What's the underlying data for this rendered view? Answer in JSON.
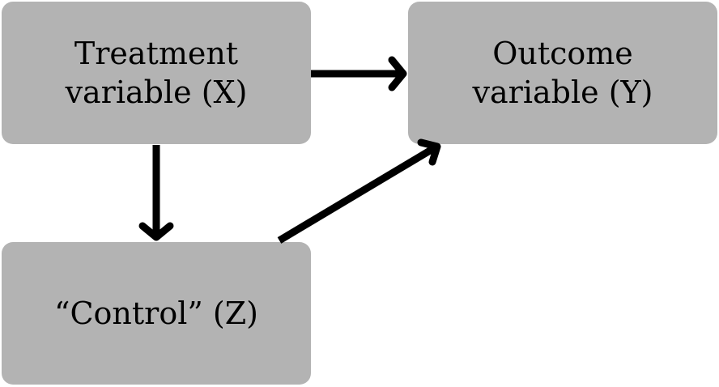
{
  "nodes": {
    "treatment": {
      "line1": "Treatment",
      "line2": "variable (X)"
    },
    "outcome": {
      "line1": "Outcome",
      "line2": "variable (Y)"
    },
    "control": {
      "line1": "“Control” (Z)"
    }
  },
  "edges": [
    {
      "from": "treatment",
      "to": "outcome"
    },
    {
      "from": "treatment",
      "to": "control"
    },
    {
      "from": "control",
      "to": "outcome"
    }
  ],
  "colors": {
    "node_fill": "#b3b3b3",
    "arrow": "#000000",
    "text": "#000000",
    "background": "#ffffff"
  }
}
